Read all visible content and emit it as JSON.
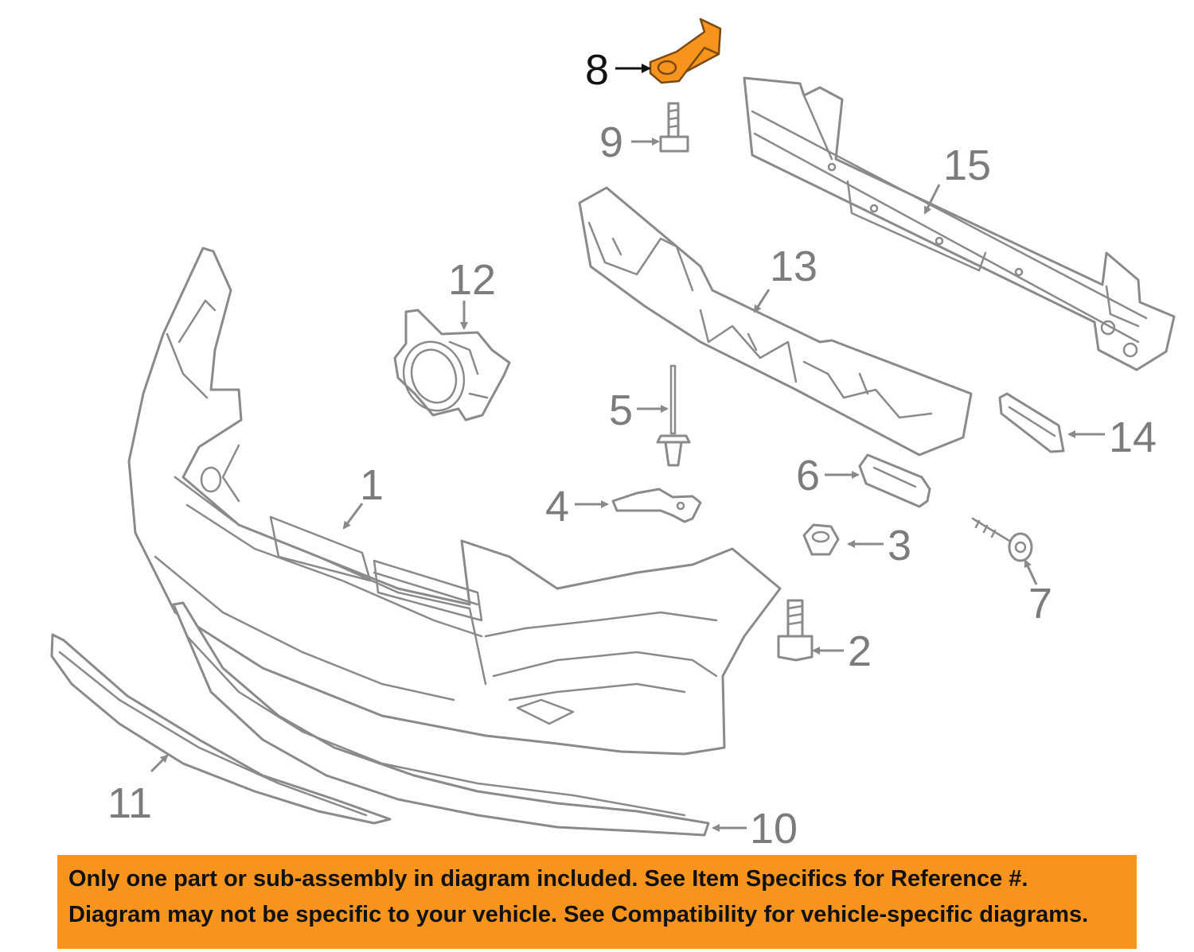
{
  "callouts": {
    "c1": "1",
    "c2": "2",
    "c3": "3",
    "c4": "4",
    "c5": "5",
    "c6": "6",
    "c7": "7",
    "c8": "8",
    "c9": "9",
    "c10": "10",
    "c11": "11",
    "c12": "12",
    "c13": "13",
    "c14": "14",
    "c15": "15"
  },
  "highlighted_part": "8",
  "colors": {
    "highlight": "#f7941d",
    "line": "#8a8a8a",
    "banner": "#f7941d"
  },
  "banner": {
    "line1": "Only one part or sub-assembly in diagram included. See Item Specifics for Reference #.",
    "line2": "Diagram may not be specific to your vehicle. See Compatibility for vehicle-specific diagrams."
  }
}
